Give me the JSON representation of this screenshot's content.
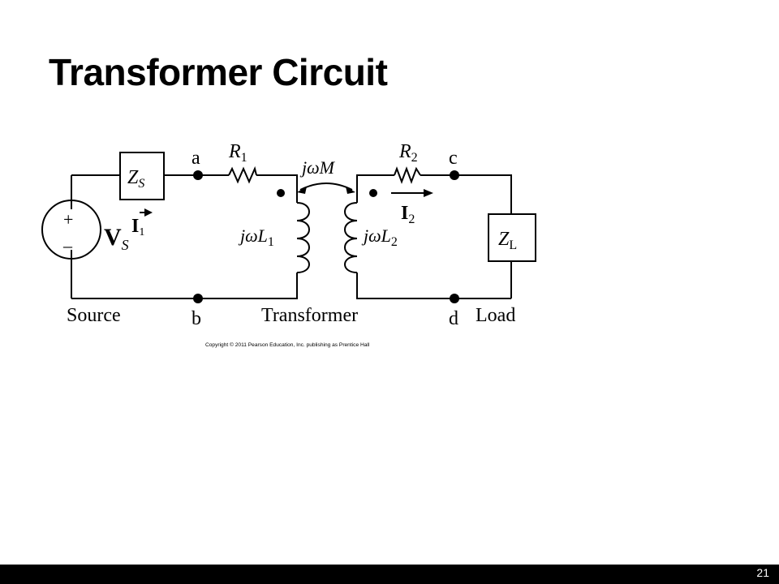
{
  "slide": {
    "title": "Transformer Circuit",
    "page_number": "21"
  },
  "diagram": {
    "zs_label": "Z",
    "zs_sub": "S",
    "zl_label": "Z",
    "zl_sub": "L",
    "r1_label": "R",
    "r1_sub": "1",
    "r2_label": "R",
    "r2_sub": "2",
    "mutual_label": "jωM",
    "l1_label": "jωL",
    "l1_sub": "1",
    "l2_label": "jωL",
    "l2_sub": "2",
    "i1_label": "I",
    "i1_sub": "1",
    "i2_label": "I",
    "i2_sub": "2",
    "vs_label": "V",
    "vs_sub": "S",
    "plus": "+",
    "minus": "–",
    "node_a": "a",
    "node_b": "b",
    "node_c": "c",
    "node_d": "d",
    "source_caption": "Source",
    "transformer_caption": "Transformer",
    "load_caption": "Load",
    "copyright": "Copyright © 2011 Pearson Education, Inc. publishing as Prentice Hall"
  }
}
